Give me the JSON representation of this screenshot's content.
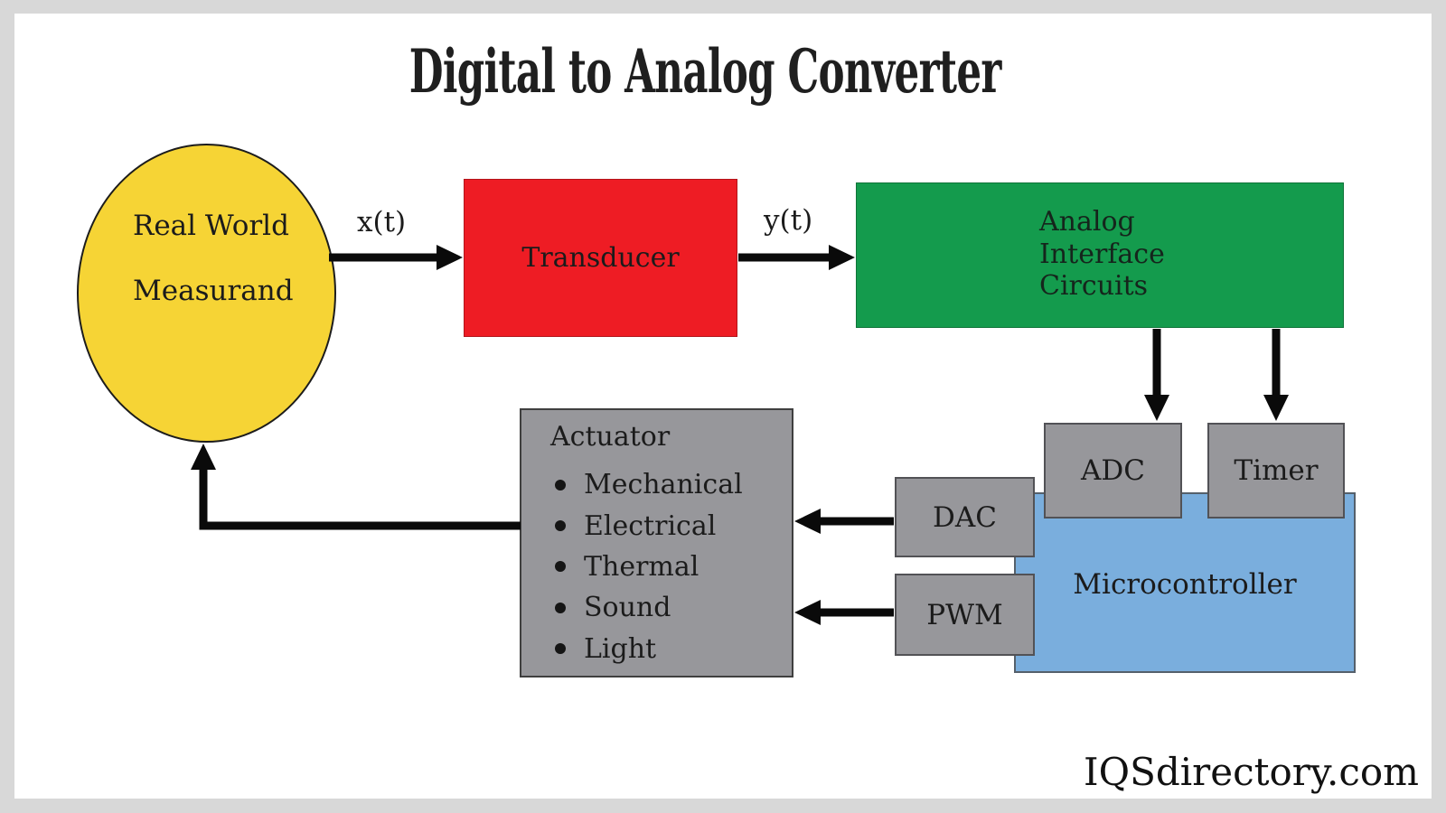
{
  "title": "Digital to Analog Converter",
  "watermark": "IQSdirectory.com",
  "signals": {
    "x_label": "x(t)",
    "y_label": "y(t)"
  },
  "nodes": {
    "measurand": {
      "line1": "Real World",
      "line2": "Measurand",
      "fill": "#f6d435"
    },
    "transducer": {
      "label": "Transducer",
      "fill": "#ee1c24"
    },
    "analog_interface": {
      "line1": "Analog",
      "line2": "Interface",
      "line3": "Circuits",
      "fill": "#149b4d"
    },
    "adc": {
      "label": "ADC",
      "fill": "#97979b"
    },
    "timer": {
      "label": "Timer",
      "fill": "#97979b"
    },
    "dac": {
      "label": "DAC",
      "fill": "#97979b"
    },
    "pwm": {
      "label": "PWM",
      "fill": "#97979b"
    },
    "microcontroller": {
      "label": "Microcontroller",
      "fill": "#7aaedd"
    },
    "actuator": {
      "title": "Actuator",
      "items": [
        "Mechanical",
        "Electrical",
        "Thermal",
        "Sound",
        "Light"
      ],
      "fill": "#97979b"
    }
  },
  "colors": {
    "arrow": "#0a0a0a",
    "frame": "#d8d8d8",
    "canvas": "#ffffff",
    "text": "#1b1b1b"
  }
}
